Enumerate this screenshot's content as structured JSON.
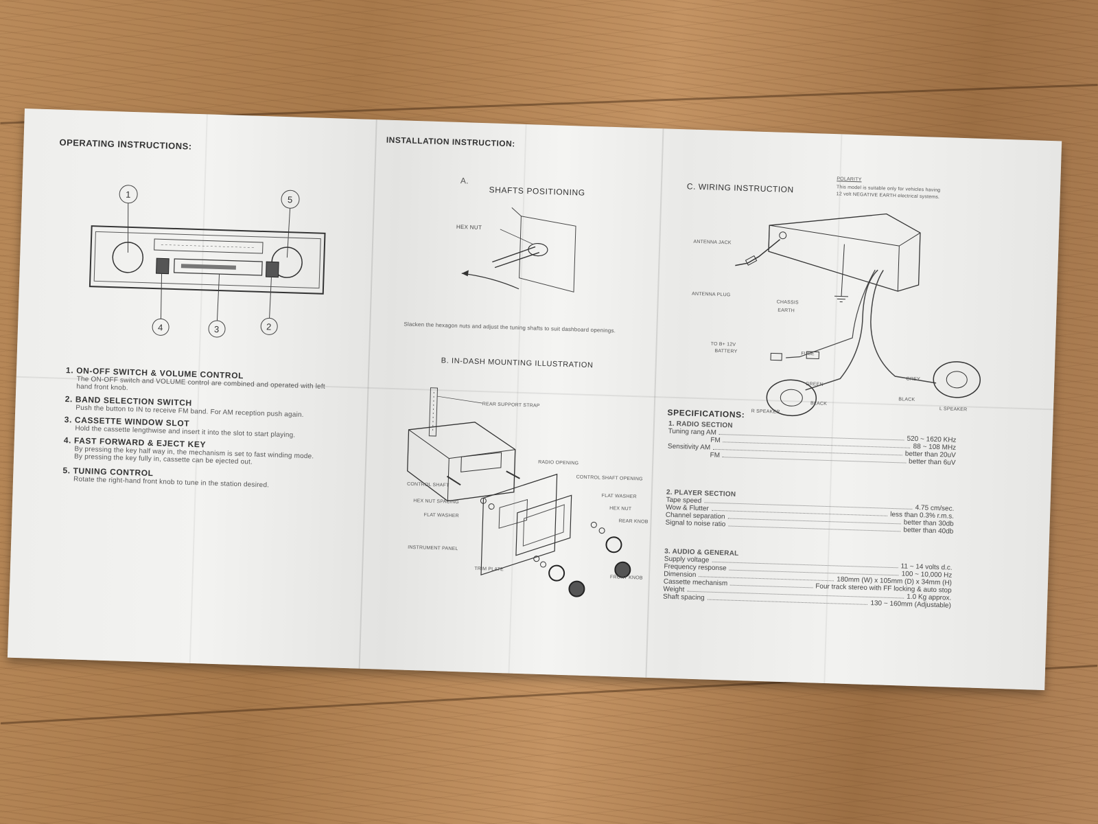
{
  "operating": {
    "title": "OPERATING INSTRUCTIONS:",
    "callouts": [
      "1",
      "5",
      "4",
      "3",
      "2"
    ],
    "items": [
      {
        "title": "1. ON-OFF SWITCH & VOLUME CONTROL",
        "lines": [
          "The ON-OFF switch and VOLUME control are combined and operated with left",
          "hand front knob."
        ]
      },
      {
        "title": "2. BAND SELECTION SWITCH",
        "lines": [
          "Push the button to IN to receive FM band. For AM reception push again."
        ]
      },
      {
        "title": "3. CASSETTE WINDOW SLOT",
        "lines": [
          "Hold the cassette lengthwise and insert it into the slot to start playing."
        ]
      },
      {
        "title": "4. FAST FORWARD & EJECT KEY",
        "lines": [
          "By pressing the key half way in, the mechanism is set to fast winding mode.",
          "By pressing the key fully in, cassette can be ejected out."
        ]
      },
      {
        "title": "5. TUNING CONTROL",
        "lines": [
          "Rotate the right-hand front knob to tune in the station desired."
        ]
      }
    ]
  },
  "installation": {
    "title": "INSTALLATION INSTRUCTION:",
    "section_a": {
      "letter": "A.",
      "title": "SHAFTS POSITIONING",
      "hex_nut": "HEX NUT",
      "caption": "Slacken the hexagon nuts and adjust the tuning shafts to suit dashboard openings."
    },
    "section_b": {
      "title": "B. IN-DASH MOUNTING ILLUSTRATION",
      "labels": {
        "rear_support_strap": "REAR SUPPORT STRAP",
        "radio_opening": "RADIO OPENING",
        "control_shaft_opening": "CONTROL SHAFT OPENING",
        "control_shaft": "CONTROL SHAFT",
        "hex_nut_spacing": "HEX NUT SPACING",
        "flat_washer_left": "FLAT WASHER",
        "flat_washer_right": "FLAT WASHER",
        "hex_nut": "HEX NUT",
        "rear_knob": "REAR KNOB",
        "instrument_panel": "INSTRUMENT PANEL",
        "trim_plate": "TRIM PLATE",
        "front_knob": "FRONT KNOB"
      }
    }
  },
  "wiring": {
    "title": "C. WIRING INSTRUCTION",
    "polarity": {
      "heading": "POLARITY",
      "lines": [
        "This model is suitable only for vehicles having",
        "12 volt NEGATIVE EARTH electrical systems."
      ]
    },
    "labels": {
      "antenna_jack": "ANTENNA JACK",
      "antenna_plug": "ANTENNA PLUG",
      "chassis_earth_1": "CHASSIS",
      "chassis_earth_2": "EARTH",
      "battery_1": "TO B+ 12V",
      "battery_2": "BATTERY",
      "fuse": "FUSE",
      "green": "GREEN",
      "grey": "GREY",
      "black_left": "BLACK",
      "black_right": "BLACK",
      "r_speaker": "R SPEAKER",
      "l_speaker": "L SPEAKER"
    }
  },
  "specifications": {
    "title": "SPECIFICATIONS:",
    "sections": [
      {
        "title": "1. RADIO SECTION",
        "rows": [
          {
            "label": "Tuning rang AM",
            "value": "520 ~ 1620 KHz"
          },
          {
            "label": "FM",
            "value": "88 ~ 108 MHz"
          },
          {
            "label": "Sensitivity AM",
            "value": "better than 20uV"
          },
          {
            "label": "FM",
            "value": "better than 6uV"
          }
        ]
      },
      {
        "title": "2. PLAYER SECTION",
        "rows": [
          {
            "label": "Tape speed",
            "value": "4.75 cm/sec."
          },
          {
            "label": "Wow & Flutter",
            "value": "less than 0.3% r.m.s."
          },
          {
            "label": "Channel separation",
            "value": "better than 30db"
          },
          {
            "label": "Signal to noise ratio",
            "value": "better than 40db"
          }
        ]
      },
      {
        "title": "3. AUDIO & GENERAL",
        "rows": [
          {
            "label": "Supply voltage",
            "value": "11 ~ 14 volts d.c."
          },
          {
            "label": "Frequency response",
            "value": "100 ~ 10,000 Hz"
          },
          {
            "label": "Dimension",
            "value": "180mm (W) x 105mm (D) x 34mm (H)"
          },
          {
            "label": "Cassette mechanism",
            "value": "Four track stereo with FF locking & auto stop"
          },
          {
            "label": "Weight",
            "value": "1.0 Kg approx."
          },
          {
            "label": "Shaft spacing",
            "value": "130 ~ 160mm (Adjustable)"
          }
        ]
      }
    ]
  }
}
